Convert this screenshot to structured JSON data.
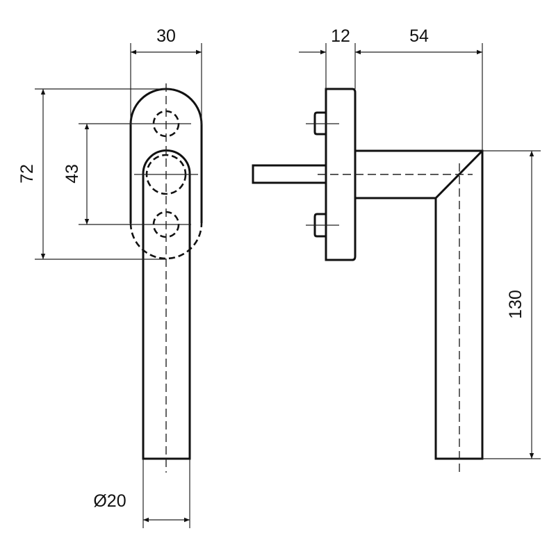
{
  "dimensions": {
    "rose_width": "30",
    "rose_height": "72",
    "hole_spacing": "43",
    "lever_diameter": "Ø20",
    "rose_thickness": "12",
    "lever_projection": "54",
    "lever_length": "130"
  },
  "colors": {
    "line": "#111111",
    "background": "#ffffff"
  }
}
